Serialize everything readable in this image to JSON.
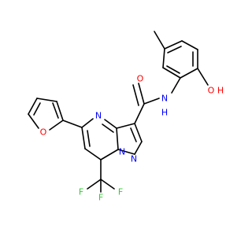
{
  "molecule": {
    "atoms": [
      {
        "id": "O_carbonyl",
        "symbol": "O",
        "color": "#ff0000"
      },
      {
        "id": "N_amide",
        "symbol": "N",
        "color": "#0000ff"
      },
      {
        "id": "H_amide",
        "symbol": "H",
        "color": "#0000ff"
      },
      {
        "id": "O_hydroxyl",
        "symbol": "O",
        "color": "#ff0000"
      },
      {
        "id": "H_hydroxyl",
        "symbol": "H",
        "color": "#ff0000"
      },
      {
        "id": "N_pyrimidine",
        "symbol": "N",
        "color": "#0000ff"
      },
      {
        "id": "N_bridge",
        "symbol": "N",
        "color": "#0000ff"
      },
      {
        "id": "N_pyrazole",
        "symbol": "N",
        "color": "#0000ff"
      },
      {
        "id": "O_furan",
        "symbol": "O",
        "color": "#ff0000"
      },
      {
        "id": "F_1",
        "symbol": "F",
        "color": "#33cc33"
      },
      {
        "id": "F_2",
        "symbol": "F",
        "color": "#33cc33"
      },
      {
        "id": "F_3",
        "symbol": "F",
        "color": "#33cc33"
      }
    ]
  }
}
